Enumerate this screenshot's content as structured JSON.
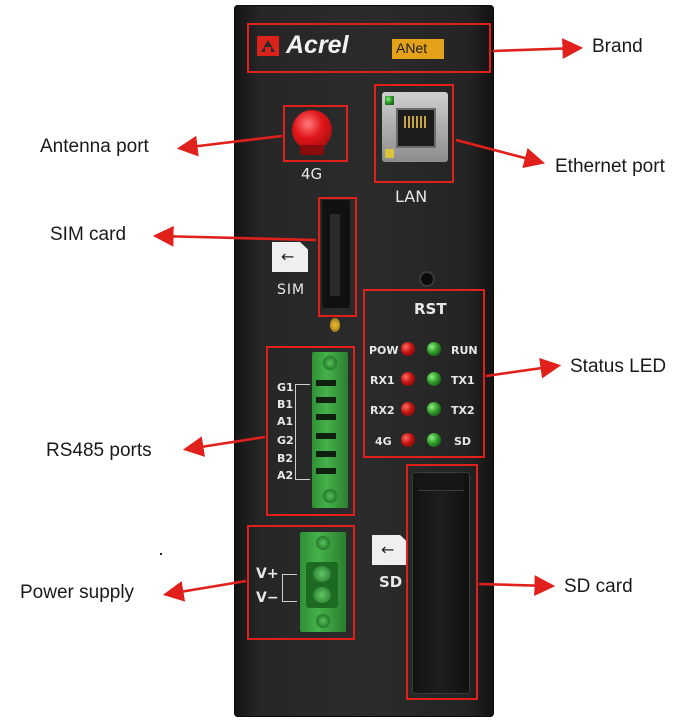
{
  "device": {
    "brand": "Acrel",
    "model": "ANet",
    "antenna_label": "4G",
    "lan_label": "LAN",
    "sim_label": "SIM",
    "rst_label": "RST",
    "sd_label": "SD",
    "rs485_pins": [
      "G1",
      "B1",
      "A1",
      "G2",
      "B2",
      "A2"
    ],
    "power_pins": [
      "V+",
      "V−"
    ],
    "leds": [
      {
        "left": "POW",
        "right": "RUN",
        "left_color": "red",
        "right_color": "green"
      },
      {
        "left": "RX1",
        "right": "TX1",
        "left_color": "red",
        "right_color": "green"
      },
      {
        "left": "RX2",
        "right": "TX2",
        "left_color": "red",
        "right_color": "green"
      },
      {
        "left": "4G",
        "right": "SD",
        "left_color": "red",
        "right_color": "green"
      }
    ]
  },
  "callouts": {
    "brand": "Brand",
    "antenna": "Antenna port",
    "ethernet": "Ethernet port",
    "sim": "SIM card",
    "status": "Status LED",
    "rs485": "RS485 ports",
    "power": "Power supply",
    "sd": "SD card"
  },
  "colors": {
    "highlight": "#e0201b",
    "panel": "#2b2b2b",
    "terminal_green": "#45b24a",
    "logo_red": "#d9231b",
    "model_badge": "#e3a21a"
  }
}
